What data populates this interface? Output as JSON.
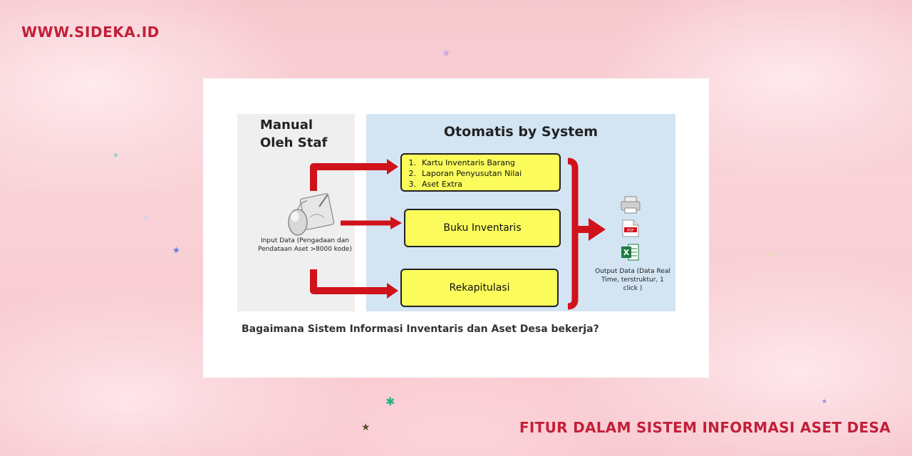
{
  "site": {
    "brand": "WWW.SIDEKA.ID",
    "page_title": "FITUR DALAM SISTEM INFORMASI ASET DESA"
  },
  "diagram": {
    "manual_title": "Manual Oleh Staf",
    "auto_title": "Otomatis by System",
    "input_label": "Input Data (Pengadaan dan Pendataan Aset >8000 kode)",
    "list_items": [
      {
        "num": "1.",
        "text": "Kartu Inventaris Barang"
      },
      {
        "num": "2.",
        "text": "Laporan Penyusutan Nilai"
      },
      {
        "num": "3.",
        "text": "Aset Extra"
      }
    ],
    "box_buku": "Buku Inventaris",
    "box_rekap": "Rekapitulasi",
    "output_label": "Output Data (Data Real Time, terstruktur, 1 click )",
    "pdf_text": "PDF",
    "excel_text": "X",
    "question": "Bagaimana Sistem Informasi Inventaris dan Aset Desa bekerja?",
    "colors": {
      "arrow_red": "#d0121b",
      "box_yellow": "#fbfb5c",
      "panel_blue": "#d3e4f3",
      "panel_gray": "#efefef",
      "brand_red": "#c2203a"
    },
    "icons": [
      "mouse-drawing-icon",
      "printer-icon",
      "pdf-file-icon",
      "excel-file-icon"
    ]
  }
}
